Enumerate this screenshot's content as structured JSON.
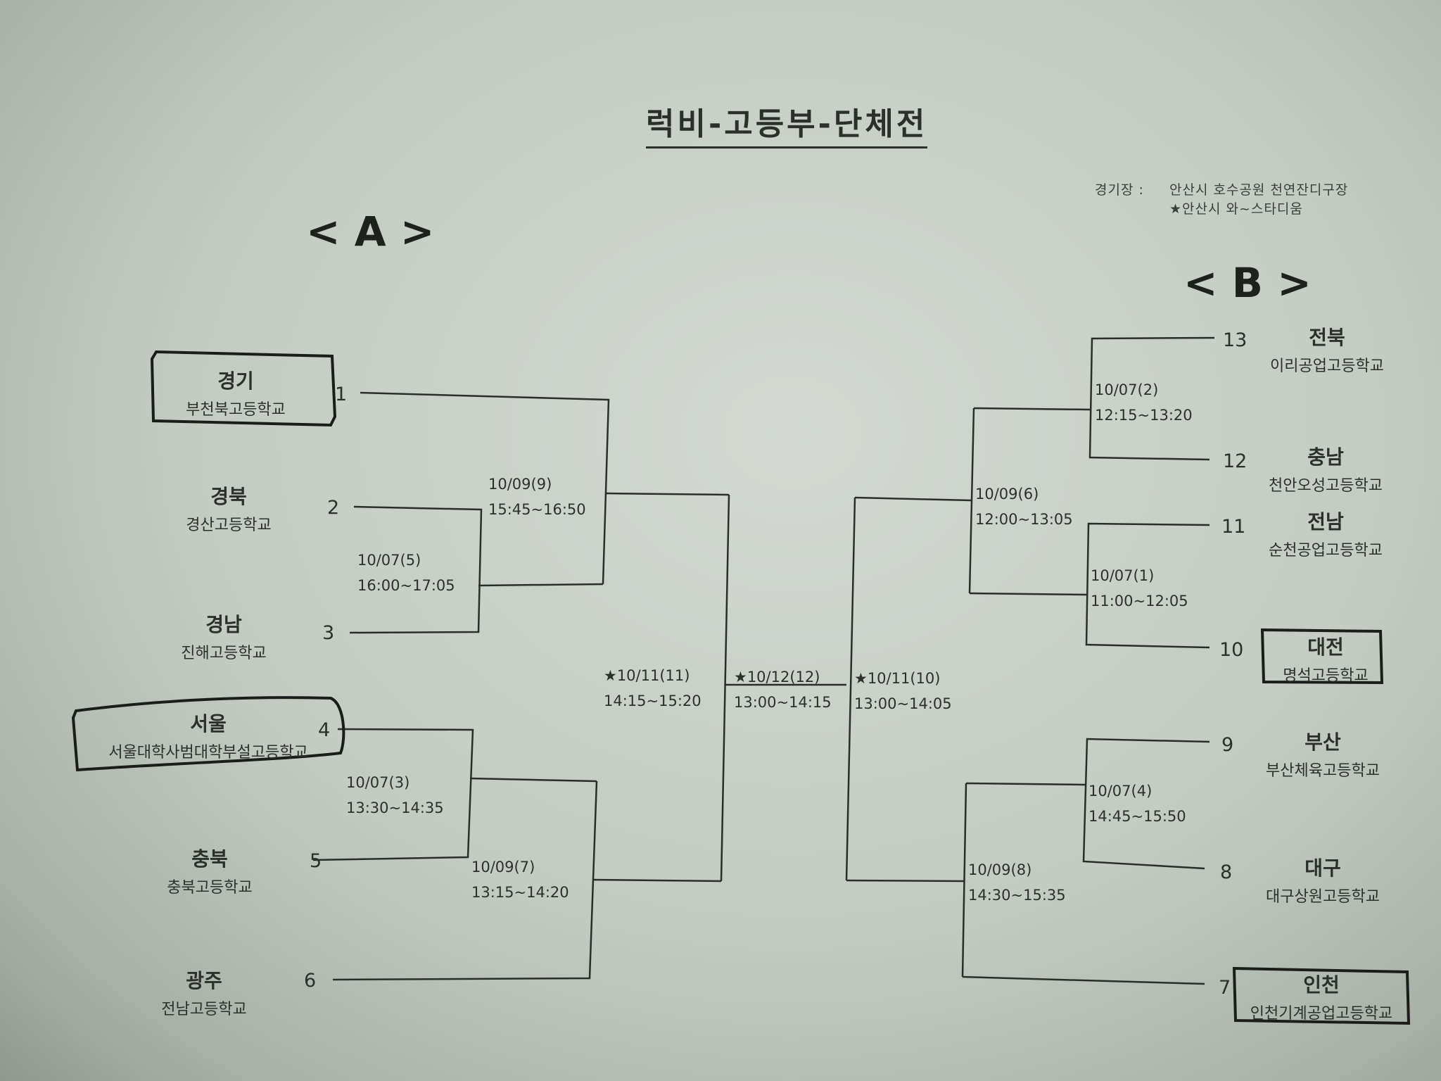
{
  "title": "럭비-고등부-단체전",
  "venue": {
    "label": "경기장 :",
    "main": "안산시 호수공원 천연잔디구장",
    "alt": "★안산시 와~스타디움"
  },
  "sections": {
    "a": "< A >",
    "b": "< B >"
  },
  "teams": [
    {
      "seed": "1",
      "region": "경기",
      "school": "부천북고등학교"
    },
    {
      "seed": "2",
      "region": "경북",
      "school": "경산고등학교"
    },
    {
      "seed": "3",
      "region": "경남",
      "school": "진해고등학교"
    },
    {
      "seed": "4",
      "region": "서울",
      "school": "서울대학사범대학부설고등학교"
    },
    {
      "seed": "5",
      "region": "충북",
      "school": "충북고등학교"
    },
    {
      "seed": "6",
      "region": "광주",
      "school": "전남고등학교"
    },
    {
      "seed": "7",
      "region": "인천",
      "school": "인천기계공업고등학교"
    },
    {
      "seed": "8",
      "region": "대구",
      "school": "대구상원고등학교"
    },
    {
      "seed": "9",
      "region": "부산",
      "school": "부산체육고등학교"
    },
    {
      "seed": "10",
      "region": "대전",
      "school": "명석고등학교"
    },
    {
      "seed": "11",
      "region": "전남",
      "school": "순천공업고등학교"
    },
    {
      "seed": "12",
      "region": "충남",
      "school": "천안오성고등학교"
    },
    {
      "seed": "13",
      "region": "전북",
      "school": "이리공업고등학교"
    }
  ],
  "matches": [
    {
      "date": "10/07(5)",
      "time": "16:00~17:05"
    },
    {
      "date": "10/09(9)",
      "time": "15:45~16:50"
    },
    {
      "date": "10/07(3)",
      "time": "13:30~14:35"
    },
    {
      "date": "10/09(7)",
      "time": "13:15~14:20"
    },
    {
      "date": "★10/11(11)",
      "time": "14:15~15:20"
    },
    {
      "date": "★10/12(12)",
      "time": "13:00~14:15"
    },
    {
      "date": "★10/11(10)",
      "time": "13:00~14:05"
    },
    {
      "date": "10/09(6)",
      "time": "12:00~13:05"
    },
    {
      "date": "10/07(2)",
      "time": "12:15~13:20"
    },
    {
      "date": "10/07(1)",
      "time": "11:00~12:05"
    },
    {
      "date": "10/09(8)",
      "time": "14:30~15:35"
    },
    {
      "date": "10/07(4)",
      "time": "14:45~15:50"
    }
  ]
}
